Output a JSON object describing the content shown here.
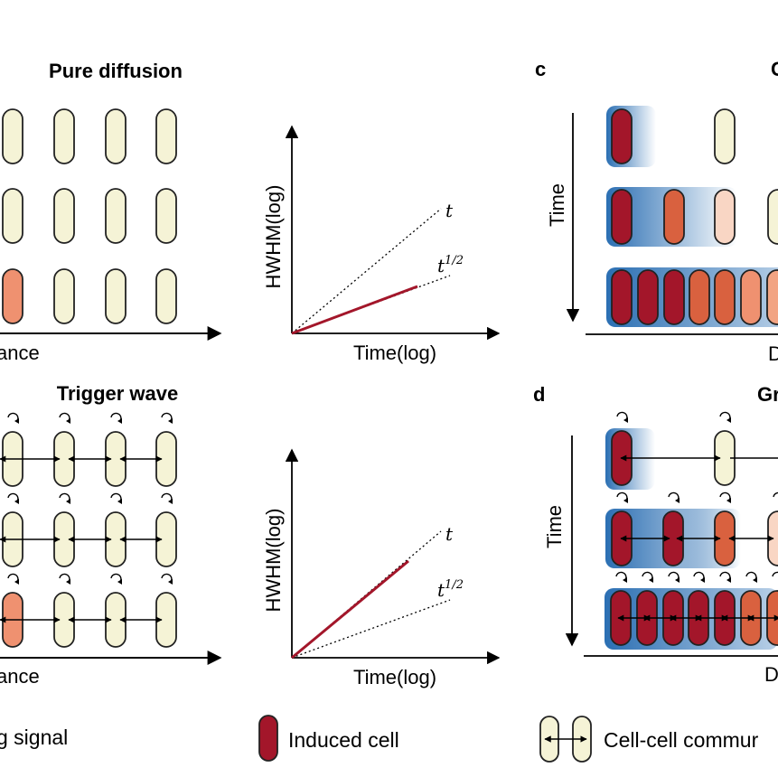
{
  "panels": {
    "pure_diffusion": {
      "title": "Pure diffusion",
      "x_axis_fragment": "ance",
      "plot": {
        "ylabel": "HWHM(log)",
        "xlabel": "Time(log)",
        "curve_t_label": "t",
        "curve_sqrt_label": "t",
        "curve_sqrt_exp": "1/2",
        "highlighted_curve": "t^(1/2)"
      }
    },
    "trigger_wave": {
      "title": "Trigger wave",
      "x_axis_fragment": "ance",
      "plot": {
        "ylabel": "HWHM(log)",
        "xlabel": "Time(log)",
        "curve_t_label": "t",
        "curve_sqrt_label": "t",
        "curve_sqrt_exp": "1/2",
        "highlighted_curve": "t"
      }
    },
    "c": {
      "letter": "c",
      "title_fragment": "C",
      "y_axis_label": "Time",
      "x_axis_fragment": "D"
    },
    "d": {
      "letter": "d",
      "title_fragment": "Gr",
      "y_axis_label": "Time",
      "x_axis_fragment": "D"
    }
  },
  "legend": {
    "signal_label_fragment": "g signal",
    "induced_label": "Induced cell",
    "communication_label_fragment": "Cell-cell commur"
  },
  "colors": {
    "uninduced_cell_fill": "#f5f3d6",
    "induced_cell_fill": "#a3162a",
    "partially_induced_fill": "#ef9170",
    "signal_gradient": "#2b6fb3",
    "cell_outline": "#222222"
  }
}
